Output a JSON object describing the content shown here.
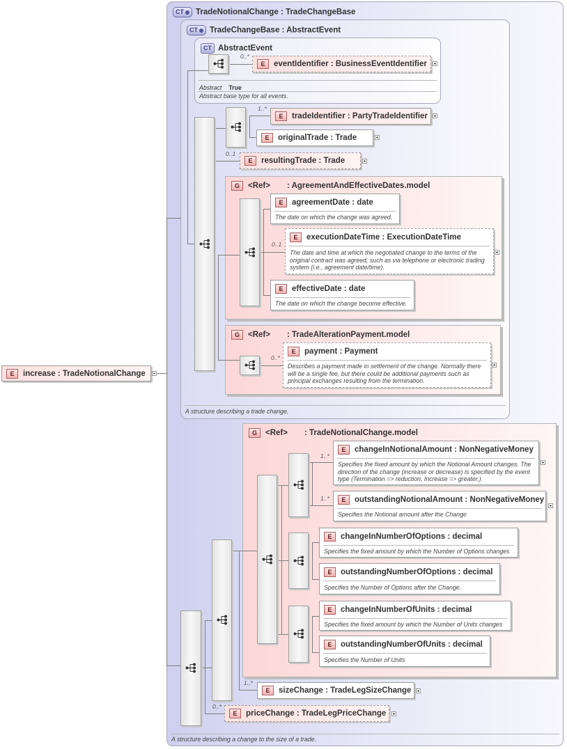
{
  "root": {
    "badge": "E",
    "name": "increase",
    "type": "TradeNotionalChange"
  },
  "outer_ct": {
    "badge": "CT",
    "title": "TradeNotionalChange : TradeChangeBase",
    "doc": "A structure describing a change to the size of a trade."
  },
  "base_ct": {
    "badge": "CT",
    "title": "TradeChangeBase : AbstractEvent",
    "doc": "A structure describing a trade change."
  },
  "abstract_ct": {
    "badge": "CT",
    "title": "AbstractEvent",
    "abstract_label": "Abstract",
    "abstract_value": "True",
    "doc": "Abstract base type for all events."
  },
  "elements": {
    "eventIdentifier": {
      "badge": "E",
      "title": "eventIdentifier : BusinessEventIdentifier",
      "occ": "0..*"
    },
    "tradeIdentifier": {
      "badge": "E",
      "title": "tradeIdentifier : PartyTradeIdentifier",
      "occ": "1..*"
    },
    "originalTrade": {
      "badge": "E",
      "title": "originalTrade : Trade"
    },
    "resultingTrade": {
      "badge": "E",
      "title": "resultingTrade : Trade",
      "occ": "0..1"
    },
    "agreementDate": {
      "badge": "E",
      "title": "agreementDate : date",
      "doc": "The date on which the change was agreed."
    },
    "executionDateTime": {
      "badge": "E",
      "title": "executionDateTime : ExecutionDateTime",
      "occ": "0..1",
      "doc": "The date and time at which the negotiated change to the terms of the original contract was agreed, such as via telephone or electronic trading system (i.e., agreement date/time)."
    },
    "effectiveDate": {
      "badge": "E",
      "title": "effectiveDate : date",
      "doc": "The date on which the change become effective."
    },
    "payment": {
      "badge": "E",
      "title": "payment : Payment",
      "occ": "0..*",
      "doc": "Describes a payment made in settlement of the change. Normally there will be a single fee, but there could be additional payments such as principal exchanges resulting from the termination."
    },
    "changeInNotionalAmount": {
      "badge": "E",
      "title": "changeInNotionalAmount : NonNegativeMoney",
      "occ": "1..*",
      "doc": "Specifies the fixed amount by which the Notional Amount changes. The direction of the change (increase or decrease) is specified by the event type (Termination => reduction, Increase => greater.)"
    },
    "outstandingNotionalAmount": {
      "badge": "E",
      "title": "outstandingNotionalAmount : NonNegativeMoney",
      "occ": "1..*",
      "doc": "Specifies the Notional amount after the Change"
    },
    "changeInNumberOfOptions": {
      "badge": "E",
      "title": "changeInNumberOfOptions : decimal",
      "doc": "Specifies the fixed amount by which the Number of Options changes"
    },
    "outstandingNumberOfOptions": {
      "badge": "E",
      "title": "outstandingNumberOfOptions : decimal",
      "doc": "Specifies the Number of Options after the Change."
    },
    "changeInNumberOfUnits": {
      "badge": "E",
      "title": "changeInNumberOfUnits : decimal",
      "doc": "Specifies the fixed amount by which the Number of Units changes"
    },
    "outstandingNumberOfUnits": {
      "badge": "E",
      "title": "outstandingNumberOfUnits : decimal",
      "doc": "Specifies the Number of Units"
    },
    "sizeChange": {
      "badge": "E",
      "title": "sizeChange : TradeLegSizeChange",
      "occ": "1..*"
    },
    "priceChange": {
      "badge": "E",
      "title": "priceChange : TradeLegPriceChange",
      "occ": "0..*"
    }
  },
  "groups": {
    "agreement": {
      "badge": "G",
      "ref": "<Ref>",
      "title": ": AgreementAndEffectiveDates.model"
    },
    "payment": {
      "badge": "G",
      "ref": "<Ref>",
      "title": ": TradeAlterationPayment.model"
    },
    "notional": {
      "badge": "G",
      "ref": "<Ref>",
      "title": ": TradeNotionalChange.model"
    }
  },
  "colors": {
    "complex_type_fill": "#d9daf2",
    "group_fill": "#fde3e3",
    "element_badge": "#f4b4b4"
  }
}
